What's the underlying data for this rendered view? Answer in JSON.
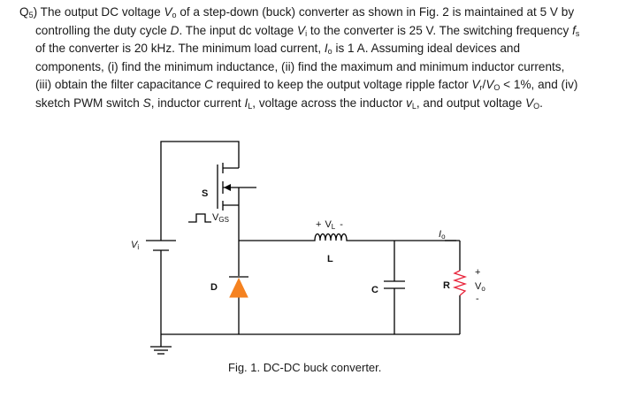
{
  "question": {
    "label": "Q",
    "label_sub": "5",
    "l1": {
      "a": ") The output DC voltage ",
      "v": "V",
      "v_sub": "o",
      "b": " of a step-down (buck) converter as shown in Fig. 2 is maintained at 5 V by"
    },
    "l2": {
      "a": "controlling the duty cycle ",
      "d": "D",
      "b": ". The input dc voltage ",
      "v": "V",
      "v_sub": "i",
      "c": " to the converter is 25 V. The switching frequency ",
      "f": "f",
      "f_sub": "s"
    },
    "l3": {
      "a": "of the converter is 20 kHz. The minimum load current, ",
      "i": "I",
      "i_sub": "o",
      "b": " is 1 A. Assuming ideal devices and"
    },
    "l4": "components, (i) find the minimum inductance, (ii) find the maximum and minimum inductor currents,",
    "l5": {
      "a": "(iii) obtain the filter capacitance ",
      "c": "C",
      "b": " required to keep the output voltage ripple factor ",
      "vr": "V",
      "vr_sub": "r",
      "slash": "/",
      "vo": "V",
      "vo_sub": "O",
      "d": " < 1%, and (iv)"
    },
    "l6": {
      "a": "sketch PWM switch ",
      "s": "S",
      "b": ", inductor current ",
      "il": "I",
      "il_sub": "L",
      "c": ", voltage across the inductor ",
      "vl": "v",
      "vl_sub": "L",
      "d": ", and output voltage ",
      "vo": "V",
      "vo_sub": "O",
      "e": "."
    }
  },
  "circuit": {
    "switch_label": "S",
    "gate_label": "V",
    "gate_label_sub": "GS",
    "input_label": "V",
    "input_label_sub": "i",
    "inductor_plus": "+",
    "inductor_v": "V",
    "inductor_v_sub": "L",
    "inductor_minus": "-",
    "inductor_label": "L",
    "diode_label": "D",
    "capacitor_label": "C",
    "current_label": "I",
    "current_label_sub": "o",
    "resistor_label": "R",
    "vo_plus": "+",
    "vo_label": "V",
    "vo_label_sub": "o",
    "vo_minus": "-"
  },
  "caption": "Fig. 1. DC-DC buck converter.",
  "colors": {
    "diode_fill": "#f58220",
    "text": "#1a1a1a"
  }
}
